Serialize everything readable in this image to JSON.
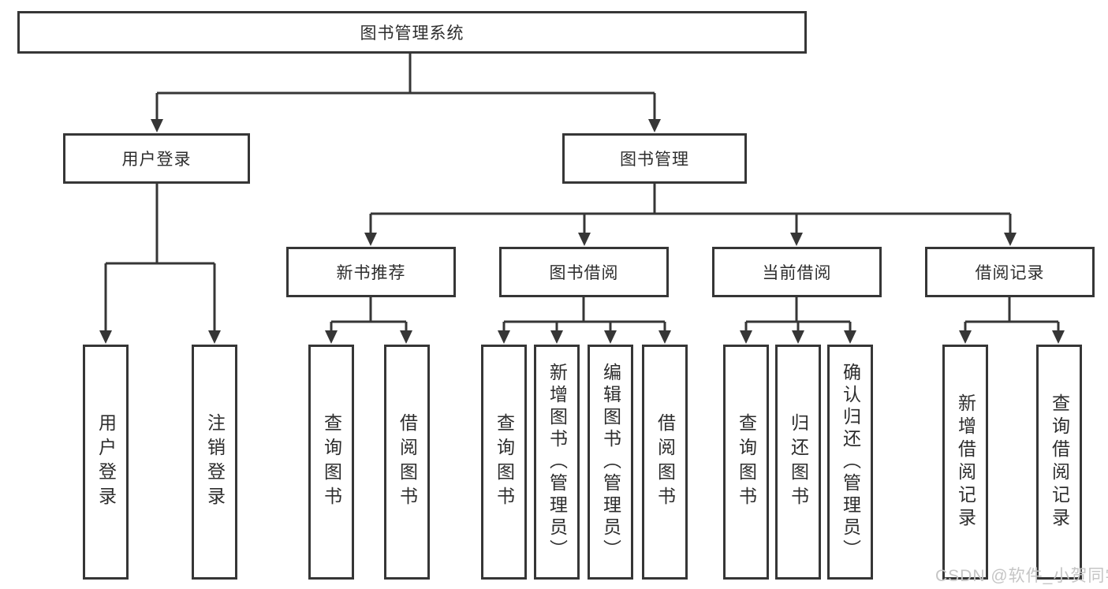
{
  "diagram": {
    "title": "图书管理系统",
    "nodes": {
      "root": "图书管理系统",
      "user_login": "用户登录",
      "book_mgmt": "图书管理",
      "new_book_rec": "新书推荐",
      "book_borrow": "图书借阅",
      "current_borrow": "当前借阅",
      "borrow_records": "借阅记录",
      "leaf_user_login": "用户登录",
      "leaf_logout": "注销登录",
      "leaf_query_book_a": "查询图书",
      "leaf_borrow_book_a": "借阅图书",
      "leaf_query_book_b": "查询图书",
      "leaf_add_book": "新增图书（管理员）",
      "leaf_edit_book": "编辑图书（管理员）",
      "leaf_borrow_book_b": "借阅图书",
      "leaf_query_book_c": "查询图书",
      "leaf_return_book": "归还图书",
      "leaf_confirm_return": "确认归还（管理员）",
      "leaf_add_record": "新增借阅记录",
      "leaf_query_record": "查询借阅记录"
    },
    "hierarchy": {
      "图书管理系统": {
        "用户登录": [
          "用户登录",
          "注销登录"
        ],
        "图书管理": {
          "新书推荐": [
            "查询图书",
            "借阅图书"
          ],
          "图书借阅": [
            "查询图书",
            "新增图书（管理员）",
            "编辑图书（管理员）",
            "借阅图书"
          ],
          "当前借阅": [
            "查询图书",
            "归还图书",
            "确认归还（管理员）"
          ],
          "借阅记录": [
            "新增借阅记录",
            "查询借阅记录"
          ]
        }
      }
    },
    "colors": {
      "line": "#363636",
      "text": "#2d2d2d",
      "background": "#ffffff",
      "watermark": "#c5c5c5"
    }
  },
  "watermark": "CSDN @软件_小贺同学"
}
